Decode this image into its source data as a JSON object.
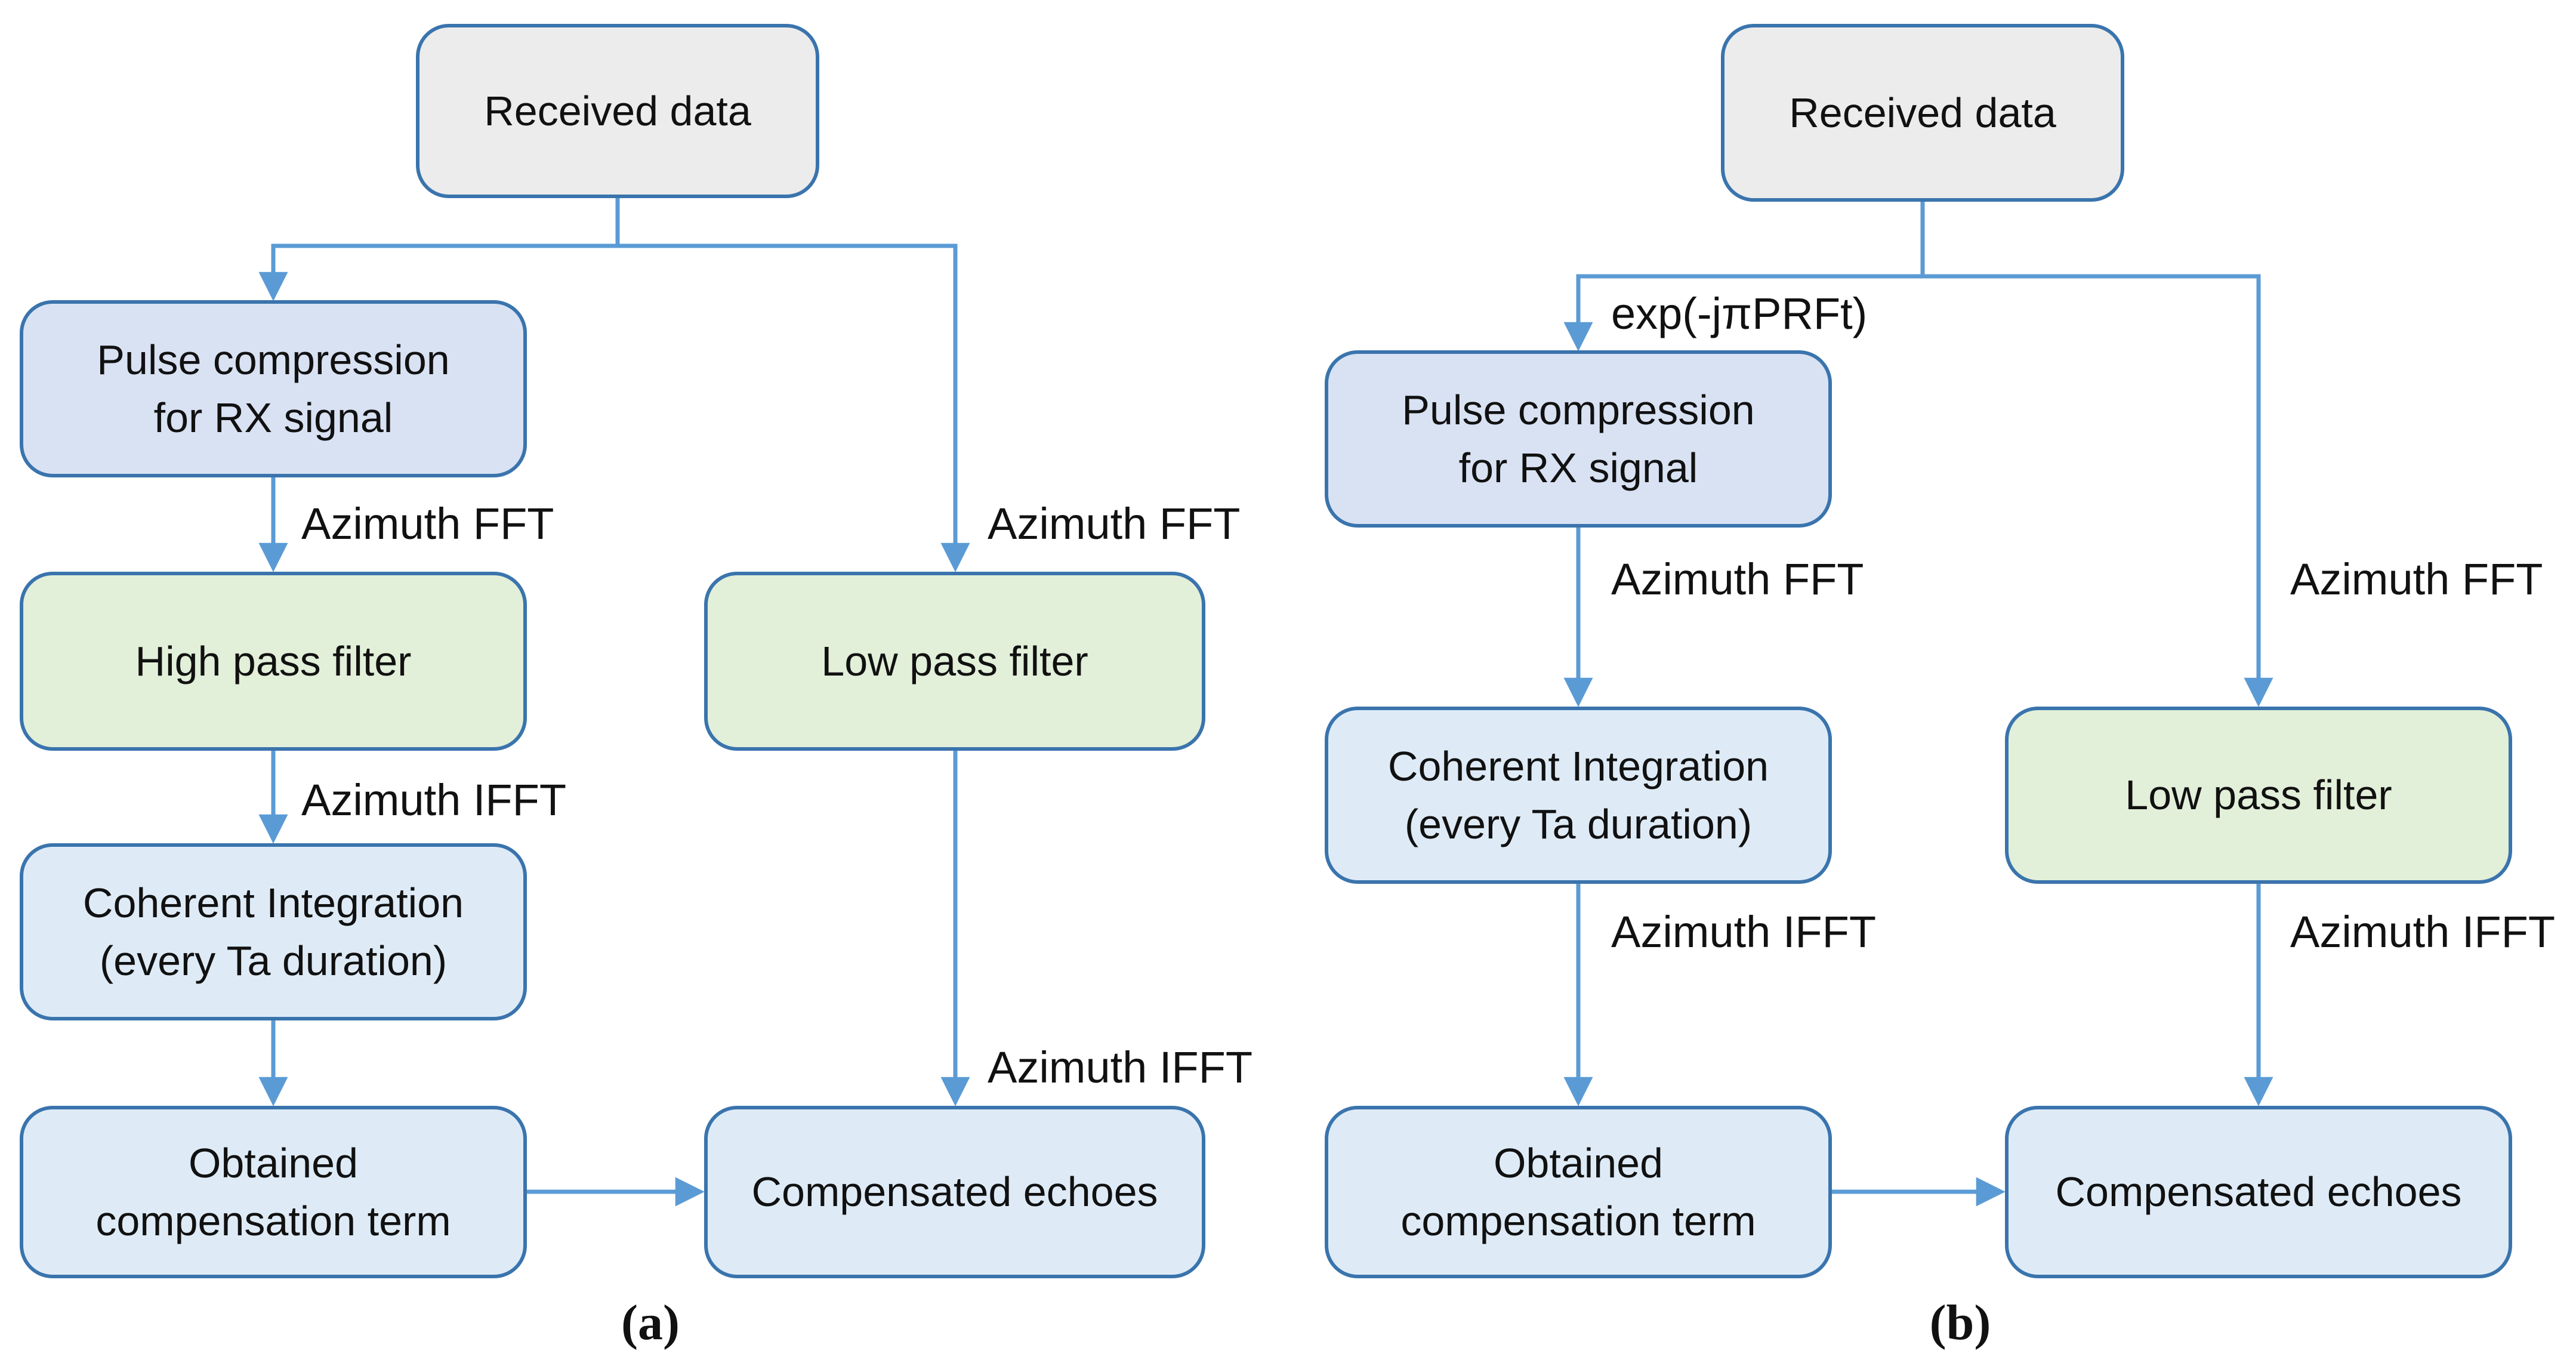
{
  "figure_type": "flowchart",
  "colors": {
    "box_border": "#3a74ad",
    "arrow": "#5b9bd5",
    "fill_received": "#ececec",
    "fill_pulse": "#d9e2f3",
    "fill_filter": "#e2efd9",
    "fill_process": "#deebf7",
    "text": "#111111"
  },
  "panels": [
    {
      "id": "a",
      "caption": "(a)",
      "nodes": {
        "received": {
          "line1": "Received data"
        },
        "pulse": {
          "line1": "Pulse compression",
          "line2": "for RX signal"
        },
        "high_pass": {
          "line1": "High pass filter"
        },
        "coherent": {
          "line1": "Coherent Integration",
          "line2": "(every Ta duration)"
        },
        "obtained": {
          "line1": "Obtained",
          "line2": "compensation term"
        },
        "low_pass": {
          "line1": "Low pass filter"
        },
        "compensated": {
          "line1": "Compensated echoes"
        }
      },
      "edge_labels": {
        "azimuth_fft_left": "Azimuth FFT",
        "azimuth_ifft_left": "Azimuth IFFT",
        "azimuth_fft_right": "Azimuth FFT",
        "azimuth_ifft_right": "Azimuth IFFT"
      }
    },
    {
      "id": "b",
      "caption": "(b)",
      "exp_label": "exp(-jπPRFt)",
      "nodes": {
        "received": {
          "line1": "Received data"
        },
        "pulse": {
          "line1": "Pulse compression",
          "line2": "for RX signal"
        },
        "coherent": {
          "line1": "Coherent Integration",
          "line2": "(every Ta duration)"
        },
        "obtained": {
          "line1": "Obtained",
          "line2": "compensation term"
        },
        "low_pass": {
          "line1": "Low pass filter"
        },
        "compensated": {
          "line1": "Compensated echoes"
        }
      },
      "edge_labels": {
        "azimuth_fft_left": "Azimuth FFT",
        "azimuth_ifft_left": "Azimuth IFFT",
        "azimuth_fft_right": "Azimuth FFT",
        "azimuth_ifft_right": "Azimuth IFFT"
      }
    }
  ]
}
